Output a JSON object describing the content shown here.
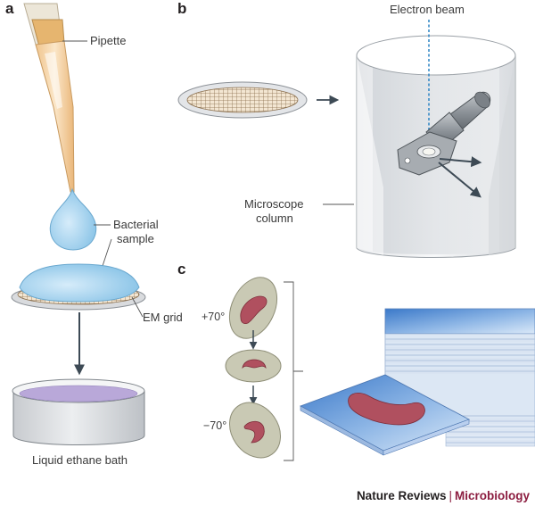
{
  "panels": {
    "a": {
      "letter": "a",
      "labels": {
        "pipette": "Pipette",
        "bacterial_sample_line1": "Bacterial",
        "bacterial_sample_line2": "sample",
        "em_grid": "EM grid",
        "ethane_bath": "Liquid ethane bath"
      }
    },
    "b": {
      "letter": "b",
      "labels": {
        "electron_beam": "Electron beam",
        "microscope_line1": "Microscope",
        "microscope_line2": "column"
      }
    },
    "c": {
      "letter": "c",
      "labels": {
        "tilt_plus": "+70°",
        "tilt_minus": "−70°"
      }
    }
  },
  "footer": {
    "journal": "Nature Reviews",
    "separator": "|",
    "subject": "Microbiology"
  },
  "colors": {
    "ink": "#231f20",
    "leader": "#555555",
    "arrow": "#3d4a55",
    "beam": "#2a83c4",
    "droplet": "#a6d3ee",
    "bath_liquid": "#b9a8d9",
    "bacterium": "#b0505f",
    "cell": "#c9c9b4",
    "stack": "#8fb0e0",
    "accent": "#8c1d40"
  }
}
